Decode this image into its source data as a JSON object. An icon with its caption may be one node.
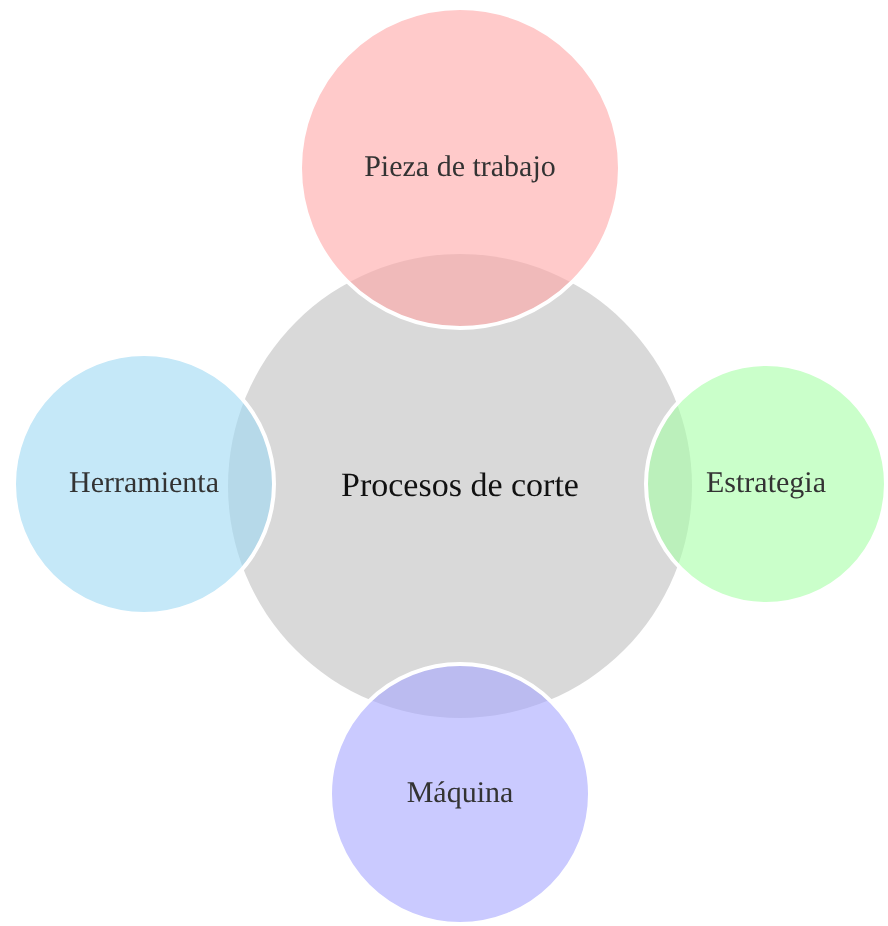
{
  "diagram": {
    "nodes": [
      {
        "text": [
          "Procesos de corte"
        ]
      },
      {
        "text": [
          "Pieza de trabajo"
        ]
      },
      {
        "text": [
          "Herramienta"
        ]
      },
      {
        "text": [
          "Estrategia"
        ]
      },
      {
        "text": [
          "Máquina"
        ]
      }
    ]
  }
}
